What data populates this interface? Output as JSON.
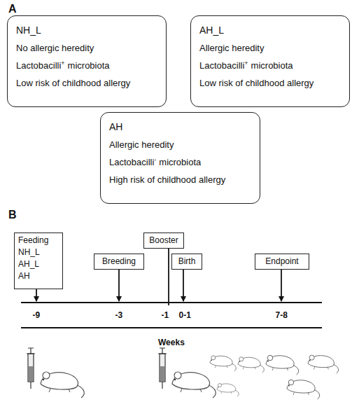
{
  "diagram": {
    "nodes": [
      {
        "text": [
          "NH_L",
          "No allergic heredity",
          "Lactobacilli",
          "+",
          "microbiota",
          "Low risk of childhood allergy"
        ]
      },
      {
        "text": [
          "AH_L",
          "Allergic heredity",
          "Lactobacilli",
          "+",
          "microbiota",
          "Low risk of childhood allergy"
        ]
      },
      {
        "text": [
          "AH",
          "Allergic heredity",
          "Lactobacilli",
          "-",
          "microbiota",
          "High risk of childhood allergy"
        ]
      },
      {
        "text": [
          "Feeding",
          "NH_L",
          "AH_L",
          "AH"
        ]
      },
      {
        "text": [
          "Breeding"
        ]
      },
      {
        "text": [
          "Booster"
        ]
      },
      {
        "text": [
          "Birth"
        ]
      },
      {
        "text": [
          "Endpoint"
        ]
      }
    ],
    "labels": [
      "A",
      "B",
      "-9",
      "-3",
      "-1",
      "0-1",
      "7-8",
      "Weeks"
    ]
  }
}
